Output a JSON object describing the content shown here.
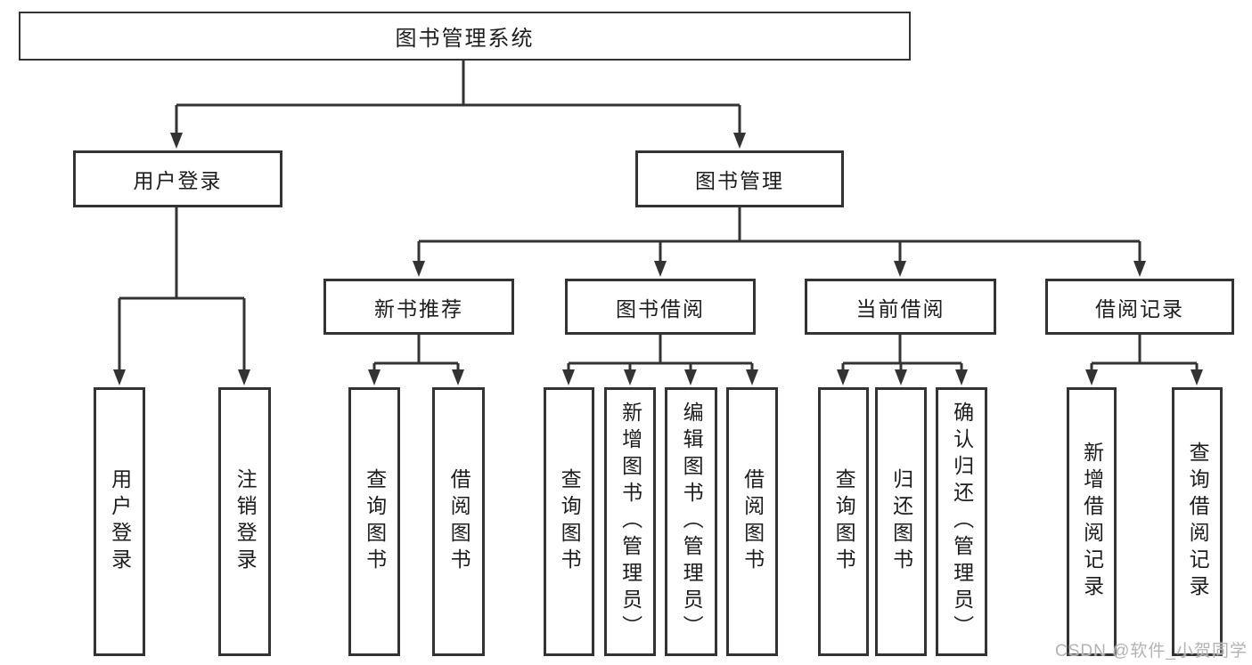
{
  "diagram": {
    "title": "图书管理系统",
    "type": "hierarchy-tree",
    "colors": {
      "line": "#333333",
      "box_border": "#333333",
      "text": "#1d1d1d",
      "background": "#ffffff",
      "watermark": "#b3b3b3"
    }
  },
  "nodes": {
    "root": {
      "label": "图书管理系统"
    },
    "user_login": {
      "label": "用户登录"
    },
    "book_mgmt": {
      "label": "图书管理"
    },
    "new_book_rec": {
      "label": "新书推荐"
    },
    "book_borrow": {
      "label": "图书借阅"
    },
    "current_borrow": {
      "label": "当前借阅"
    },
    "borrow_record": {
      "label": "借阅记录"
    },
    "ul_login": {
      "label": "用户登录"
    },
    "ul_logout": {
      "label": "注销登录"
    },
    "nr_query_book": {
      "label": "查询图书"
    },
    "nr_borrow_book": {
      "label": "借阅图书"
    },
    "bb_query_book": {
      "label": "查询图书"
    },
    "bb_add_book": {
      "label": "新增图书（管理员）"
    },
    "bb_edit_book": {
      "label": "编辑图书（管理员）"
    },
    "bb_borrow_book": {
      "label": "借阅图书"
    },
    "cb_query_book": {
      "label": "查询图书"
    },
    "cb_return_book": {
      "label": "归还图书"
    },
    "cb_confirm_return": {
      "label": "确认归还（管理员）"
    },
    "br_add_record": {
      "label": "新增借阅记录"
    },
    "br_query_record": {
      "label": "查询借阅记录"
    }
  },
  "watermark": {
    "text": "CSDN @软件_小贺同学"
  }
}
